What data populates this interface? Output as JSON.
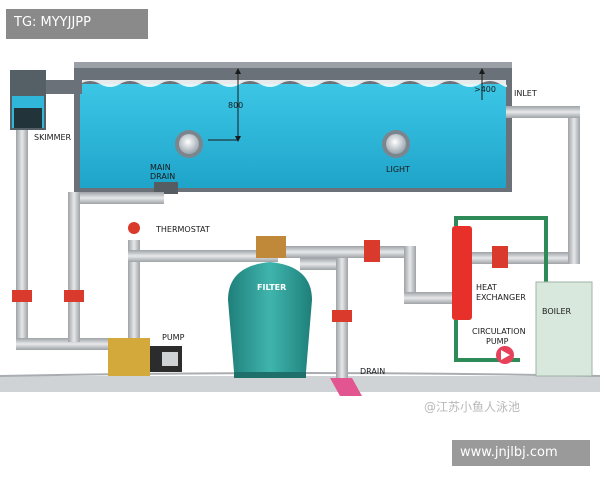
{
  "header": {
    "tag": "TG: MYYJJPP"
  },
  "footer": {
    "url": "www.jnjlbj.com",
    "watermark": "@江苏小鱼人泳池"
  },
  "labels": {
    "skimmer": "SKIMMER",
    "main_drain": [
      "MAIN",
      "DRAIN"
    ],
    "light": "LIGHT",
    "depth": "800",
    "inlet_depth": ">400",
    "inlet": "INLET",
    "thermostat": "THERMOSTAT",
    "filter": "FILTER",
    "heat_exchanger": [
      "HEAT",
      "EXCHANGER"
    ],
    "circulation_pump": [
      "CIRCULATION",
      "PUMP"
    ],
    "boiler": "BOILER",
    "pump": "PUMP",
    "drain": "DRAIN"
  },
  "colors": {
    "water": "#2fb6d8",
    "pipe": "#b9bcbf",
    "valve": "#d93a2b",
    "filter": "#2c9a93",
    "exchanger": "#e8302a",
    "green_pipe": "#2e8b57",
    "boiler": "#d9e8dc",
    "pump": "#d2a93a"
  }
}
